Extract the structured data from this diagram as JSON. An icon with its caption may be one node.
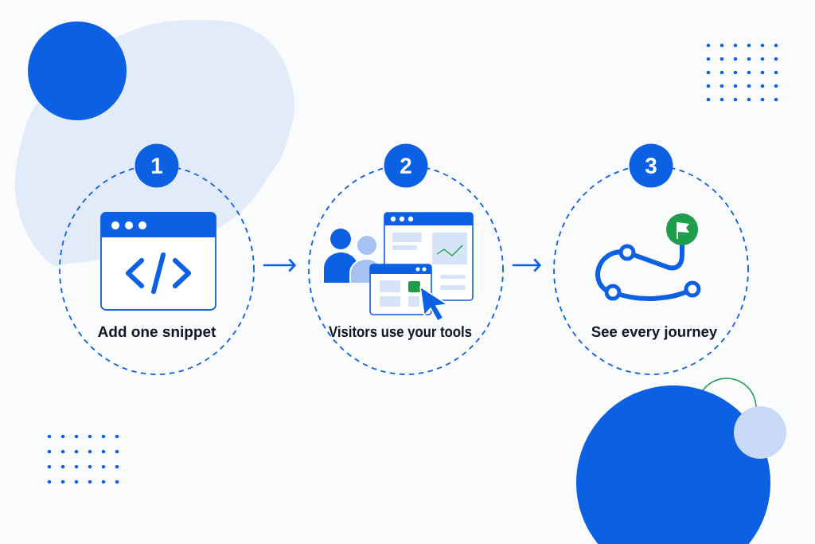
{
  "diagram": {
    "nodes": [
      {
        "text": [
          "1"
        ]
      },
      {
        "text": [
          "Add one snippet"
        ]
      },
      {
        "text": [
          "2"
        ]
      },
      {
        "text": [
          "Visitors use your tools"
        ]
      },
      {
        "text": [
          "3"
        ]
      },
      {
        "text": [
          "See every journey"
        ]
      }
    ],
    "edges": [
      {
        "from": 1,
        "to": 3,
        "arrow": "to"
      },
      {
        "from": 3,
        "to": 5,
        "arrow": "to"
      }
    ]
  }
}
